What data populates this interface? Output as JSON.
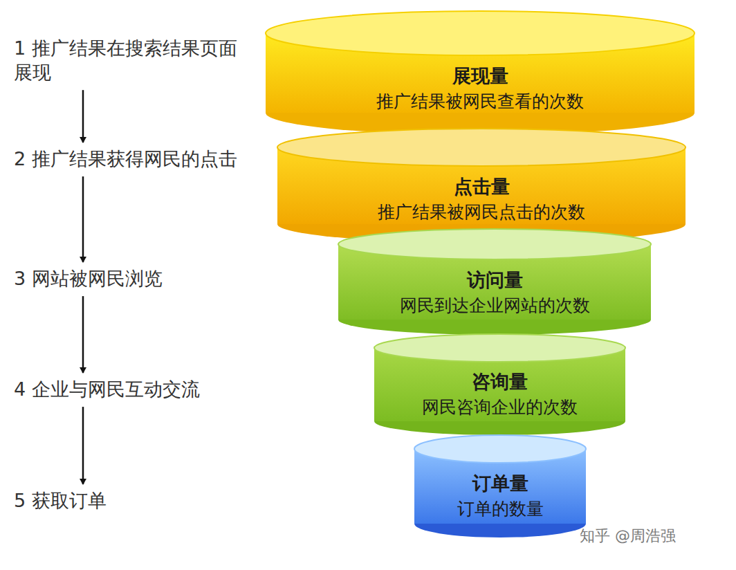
{
  "diagram": {
    "nodes": [
      {
        "text": [
          "1 推广结果在搜索结果页面展现"
        ]
      },
      {
        "text": [
          "2 推广结果获得网民的点击"
        ]
      },
      {
        "text": [
          "3 网站被网民浏览"
        ]
      },
      {
        "text": [
          "4 企业与网民互动交流"
        ]
      },
      {
        "text": [
          "5 获取订单"
        ]
      },
      {
        "text": [
          "展现量",
          "推广结果被网民查看的次数"
        ]
      },
      {
        "text": [
          "点击量",
          "推广结果被网民点击的次数"
        ]
      },
      {
        "text": [
          "访问量",
          "网民到达企业网站的次数"
        ]
      },
      {
        "text": [
          "咨询量",
          "网民咨询企业的次数"
        ]
      },
      {
        "text": [
          "订单量",
          "订单的数量"
        ]
      }
    ],
    "edges": [
      {
        "from": 0,
        "to": 1,
        "arrow": "to"
      },
      {
        "from": 1,
        "to": 2,
        "arrow": "to"
      },
      {
        "from": 2,
        "to": 3,
        "arrow": "to"
      },
      {
        "from": 3,
        "to": 4,
        "arrow": "to"
      }
    ],
    "labels": [
      "知乎 @周浩强"
    ]
  }
}
